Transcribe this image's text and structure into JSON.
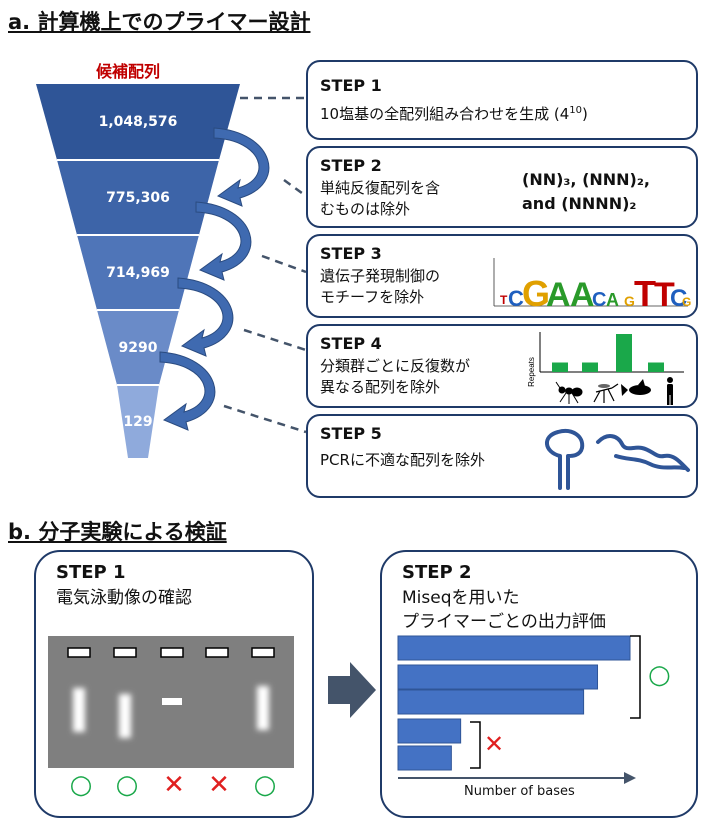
{
  "section_a": {
    "heading": "a. 計算機上でのプライマー設計",
    "funnel_label": "候補配列",
    "counts": [
      "1,048,576",
      "775,306",
      "714,969",
      "9290",
      "129"
    ],
    "steps": [
      {
        "title": "STEP 1",
        "desc": "10塩基の全配列組み合わせを生成 (4",
        "sup": "10",
        "desc_tail": ")"
      },
      {
        "title": "STEP 2",
        "desc_lines": [
          "単純反復配列を含",
          "むものは除外"
        ],
        "formula_line1": "(NN)₃, (NNN)₂,",
        "formula_line2": "and (NNNN)₂"
      },
      {
        "title": "STEP 3",
        "desc_lines": [
          "遺伝子発現制御の",
          "モチーフを除外"
        ],
        "logo_letters": "TCGAACA TGTTCG"
      },
      {
        "title": "STEP 4",
        "desc_lines": [
          "分類群ごとに反復数が",
          "異なる配列を除外"
        ],
        "chart_ylabel": "Repeats",
        "chart_values": [
          1,
          1,
          4,
          1
        ]
      },
      {
        "title": "STEP 5",
        "desc": "PCRに不適な配列を除外"
      }
    ]
  },
  "section_b": {
    "heading": "b. 分子実験による検証",
    "step1": {
      "title": "STEP 1",
      "desc": "電気泳動像の確認",
      "lane_results": [
        "○",
        "○",
        "✕",
        "✕",
        "○"
      ]
    },
    "step2": {
      "title": "STEP 2",
      "desc_line1": "Miseqを用いた",
      "desc_line2": "プライマーごとの出力評価",
      "bar_values": [
        1.0,
        0.86,
        0.8,
        0.27,
        0.23
      ],
      "mark_good": "○",
      "mark_bad": "✕",
      "xlabel": "Number of bases"
    }
  },
  "colors": {
    "dark_navy": "#1f3a68",
    "funnel_top": "#2f5597",
    "funnel_bottom": "#8faadc",
    "red": "#c00000",
    "green": "#1aa84a",
    "bar": "#4472c4",
    "gel": "#808080"
  }
}
